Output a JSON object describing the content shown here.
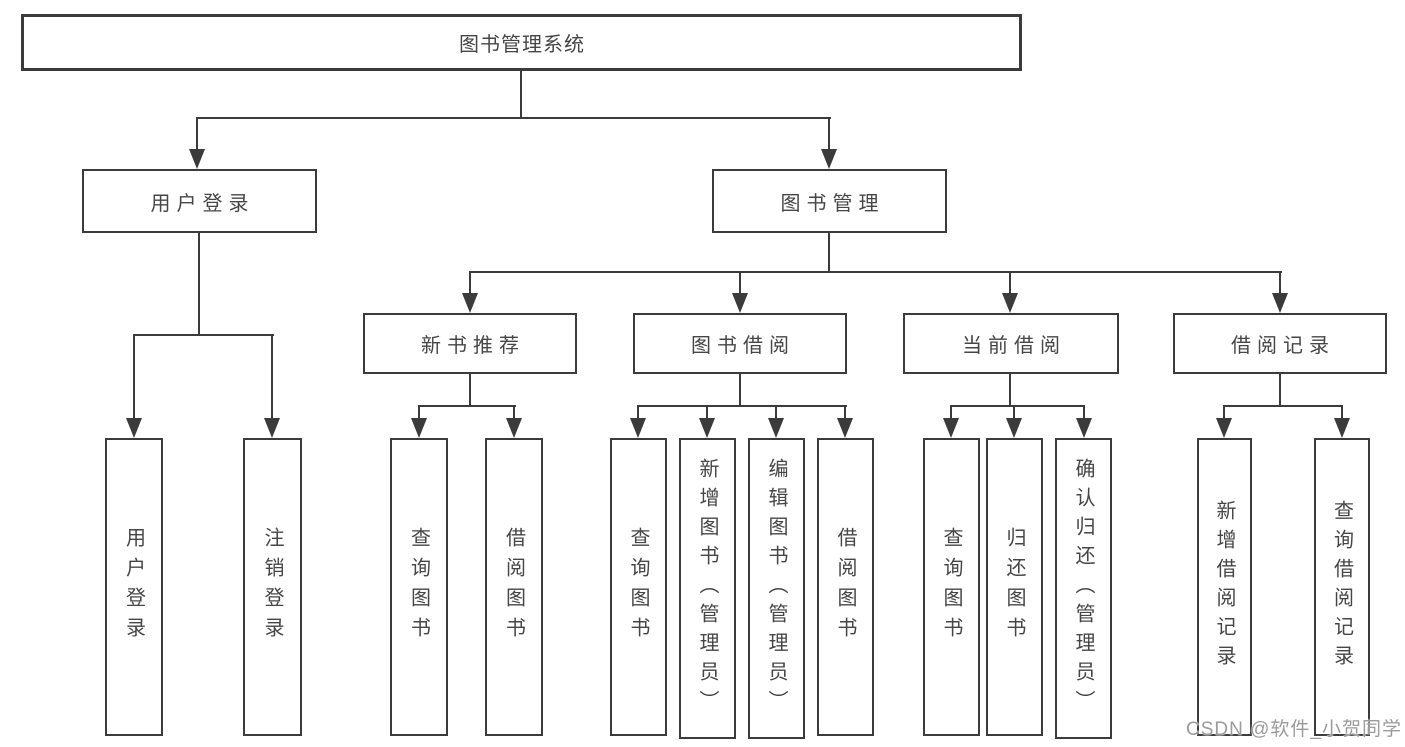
{
  "diagram": {
    "title": "图书管理系统",
    "root": {
      "label": "图书管理系统"
    },
    "level2": {
      "user_login": {
        "label": "用户登录"
      },
      "book_management": {
        "label": "图书管理"
      }
    },
    "level3": {
      "new_book_recommend": {
        "label": "新书推荐"
      },
      "book_borrow": {
        "label": "图书借阅"
      },
      "current_borrow": {
        "label": "当前借阅"
      },
      "borrow_records": {
        "label": "借阅记录"
      }
    },
    "leaves": {
      "user_login": [
        "用户登录",
        "注销登录"
      ],
      "new_book_recommend": [
        "查询图书",
        "借阅图书"
      ],
      "book_borrow": [
        "查询图书",
        "新增图书（管理员）",
        "编辑图书（管理员）",
        "借阅图书"
      ],
      "current_borrow": [
        "查询图书",
        "归还图书",
        "确认归还（管理员）"
      ],
      "borrow_records": [
        "新增借阅记录",
        "查询借阅记录"
      ]
    }
  },
  "watermark": {
    "text": "CSDN @软件_小贺同学"
  },
  "colors": {
    "background": "#ffffff",
    "line": "#3b3b3b",
    "border": "#3b3b3b",
    "text": "#464646",
    "watermark_text": "#9b9b9b"
  }
}
